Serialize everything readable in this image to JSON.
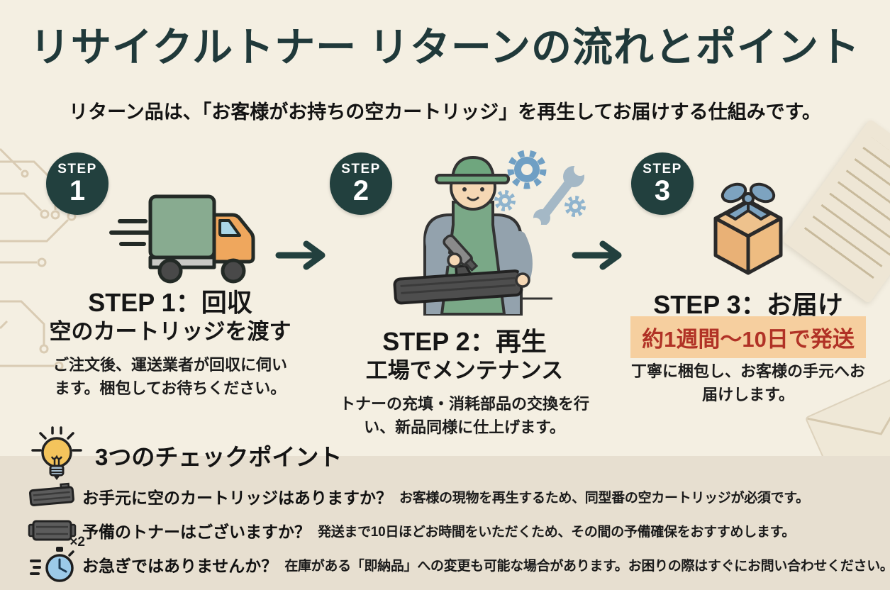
{
  "page": {
    "title": "リサイクルトナー リターンの流れとポイント",
    "subtitle": "リターン品は、「お客様がお持ちの空カートリッジ」を再生してお届けする仕組みです。"
  },
  "steps": [
    {
      "badge_top": "STEP",
      "badge_num": "1",
      "icon": "delivery-truck-icon",
      "heading": "STEP 1：回収",
      "subheading": "空のカートリッジを渡す",
      "body": "ご注文後、運送業者が回収に伺います。梱包してお待ちください。"
    },
    {
      "badge_top": "STEP",
      "badge_num": "2",
      "icon": "factory-worker-icon",
      "heading": "STEP 2：再生",
      "subheading": "工場でメンテナンス",
      "body": "トナーの充填・消耗部品の交換を行い、新品同様に仕上げます。"
    },
    {
      "badge_top": "STEP",
      "badge_num": "3",
      "icon": "gift-box-icon",
      "heading": "STEP 3：お届け",
      "highlight": "約1週間〜10日で発送",
      "body": "丁寧に梱包し、お客様の手元へお届けします。"
    }
  ],
  "checkpoints": {
    "heading": "3つのチェックポイント",
    "items": [
      {
        "icon": "toner-cartridge-icon",
        "question": "お手元に空のカートリッジはありますか？",
        "detail": "お客様の現物を再生するため、同型番の空カートリッジが必須です。"
      },
      {
        "icon": "spare-toner-icon",
        "icon_label": "×2",
        "question": "予備のトナーはございますか？",
        "detail": "発送まで10日ほどお時間をいただくため、その間の予備確保をおすすめします。"
      },
      {
        "icon": "stopwatch-icon",
        "question": "お急ぎではありませんか？",
        "detail": "在庫がある「即納品」への変更も可能な場合があります。お困りの際はすぐにお問い合わせください。"
      }
    ]
  },
  "colors": {
    "background_top": "#f4efe2",
    "background_panel": "#e7dfd0",
    "title_text": "#20393a",
    "badge_circle": "#22403e",
    "arrow": "#22403e",
    "highlight_background": "#f6cf9f",
    "highlight_text": "#b13226",
    "truck_green": "#88ab90",
    "truck_orange": "#efa75d",
    "ribbon_blue": "#7da3c0",
    "stopwatch_blue": "#9ccae9",
    "bulb_yellow": "#f4c45c"
  }
}
